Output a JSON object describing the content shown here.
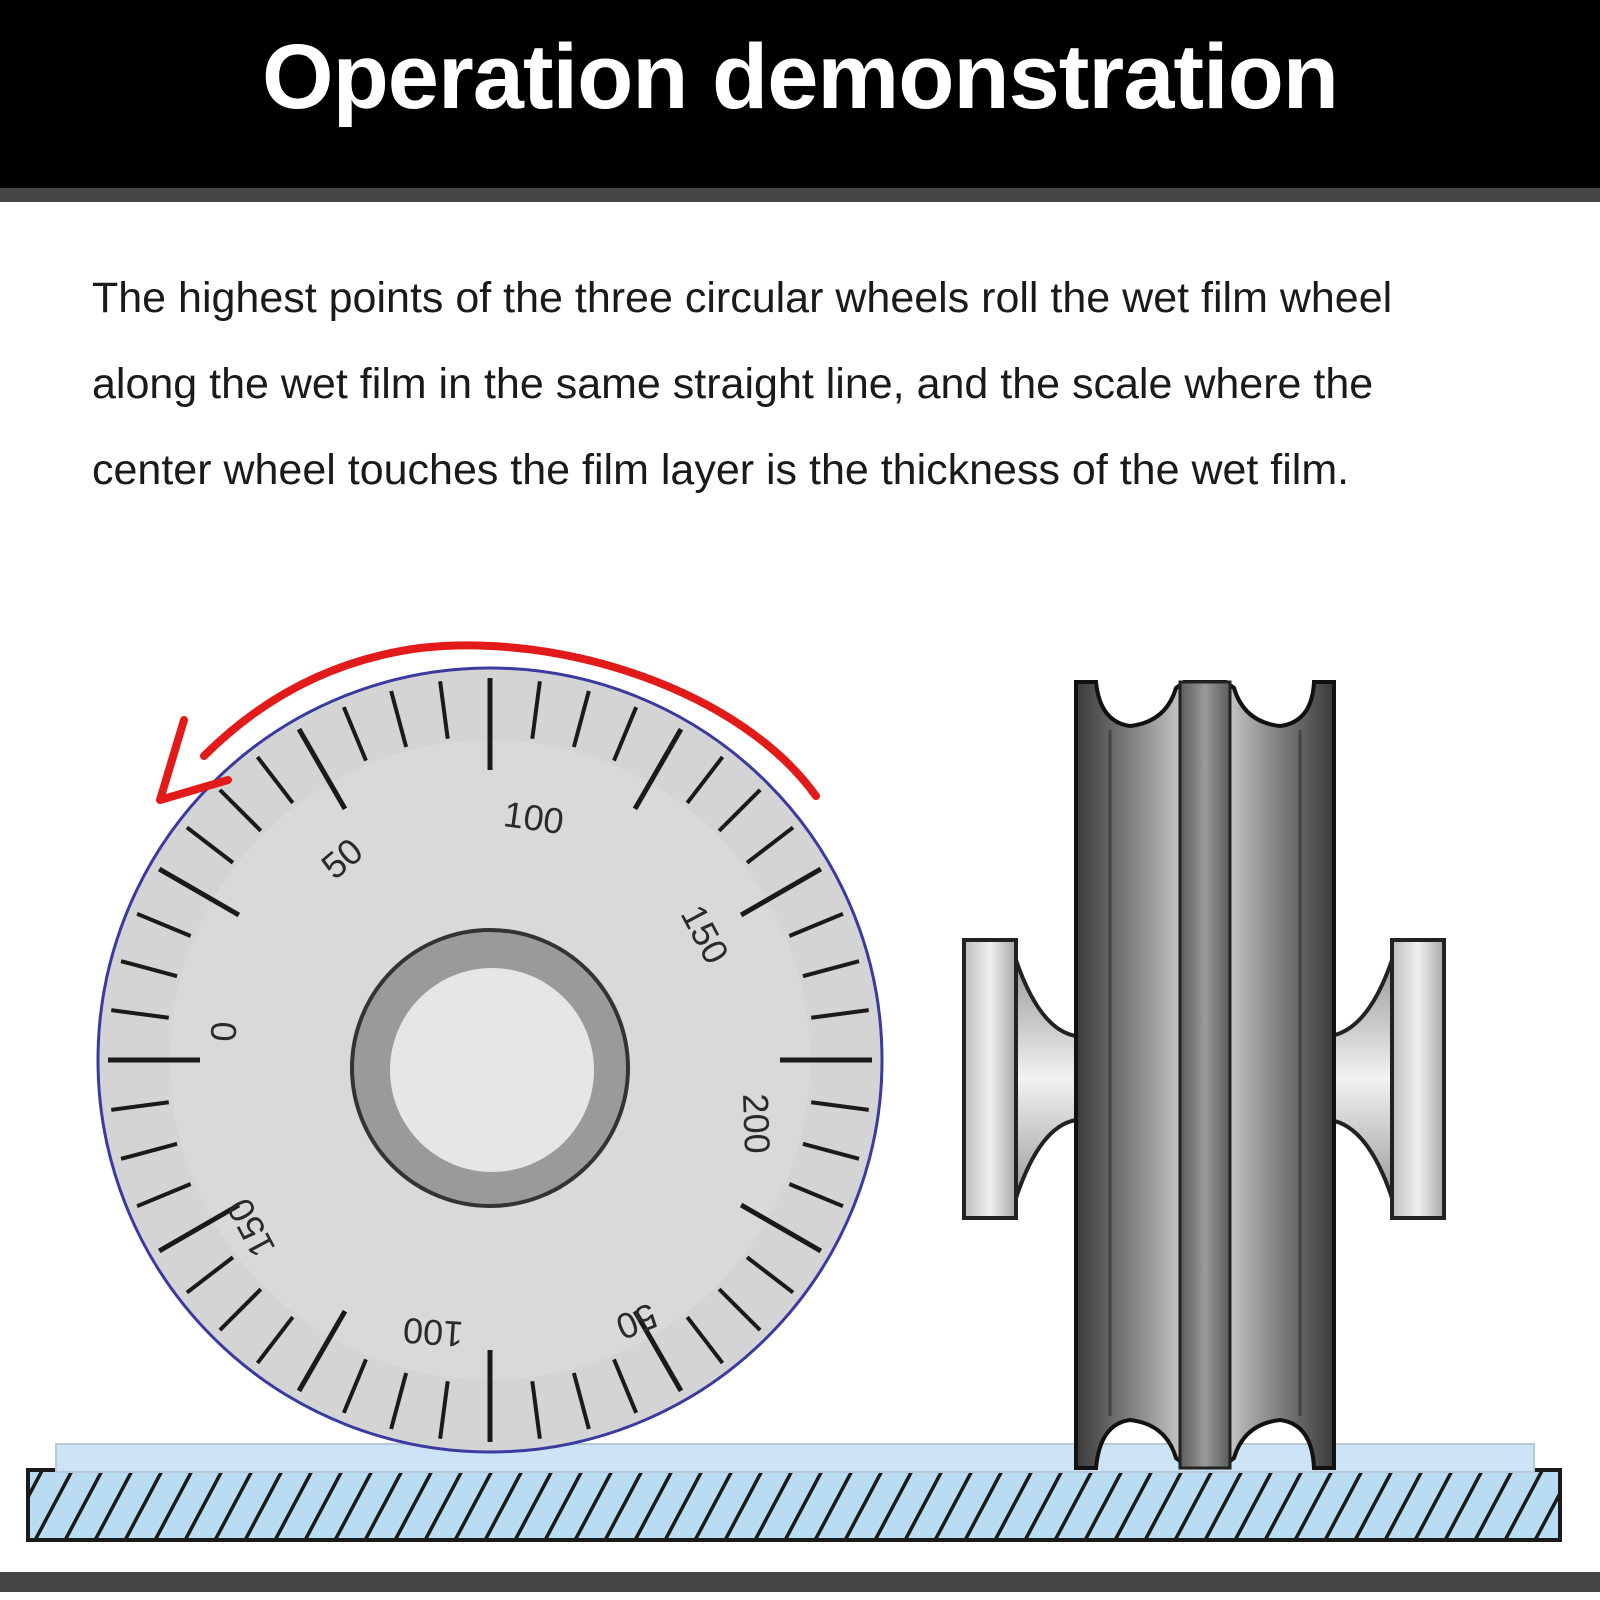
{
  "header": {
    "title": "Operation demonstration"
  },
  "description": {
    "lines": [
      "The highest points of the three circular wheels roll the wet film wheel",
      "along the wet film in the same straight line, and the scale where the",
      "center wheel touches the film layer is the thickness of the wet film."
    ]
  },
  "gauge": {
    "scale_labels": [
      "0",
      "50",
      "100",
      "150",
      "200",
      "50",
      "100",
      "150"
    ],
    "rotation_direction": "counter-clockwise"
  },
  "colors": {
    "header_bg": "#000000",
    "arrow": "#e31a1a",
    "dial_face": "#d4d4d4",
    "dial_rim": "#3a3aa0",
    "film": "#cce4f5",
    "substrate": "#b9dcf2"
  }
}
